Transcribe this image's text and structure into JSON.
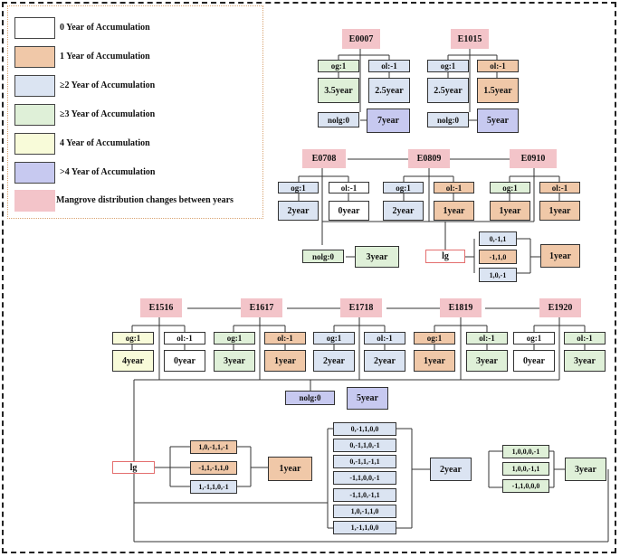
{
  "colors": {
    "y0": "#ffffff",
    "y1": "#f0c8a8",
    "y2": "#dbe4f2",
    "y3": "#dff0d8",
    "y4": "#f8fbd9",
    "y5": "#c7c9f0",
    "change": "#f3c4c9"
  },
  "legend": [
    {
      "label": "0 Year of  Accumulation",
      "color": "#ffffff"
    },
    {
      "label": "1 Year of  Accumulation",
      "color": "#f0c8a8"
    },
    {
      "label": "≥2 Year of  Accumulation",
      "color": "#dbe4f2"
    },
    {
      "label": "≥3 Year of  Accumulation",
      "color": "#dff0d8"
    },
    {
      "label": "4 Year of  Accumulation",
      "color": "#f8fbd9"
    },
    {
      "label": ">4 Year of  Accumulation",
      "color": "#c7c9f0"
    },
    {
      "label": "Mangrove distribution changes between years",
      "color": "#f3c4c9"
    }
  ],
  "events": {
    "e0007": "E0007",
    "e1015": "E1015",
    "e0708": "E0708",
    "e0809": "E0809",
    "e0910": "E0910",
    "e1516": "E1516",
    "e1617": "E1617",
    "e1718": "E1718",
    "e1819": "E1819",
    "e1920": "E1920"
  },
  "top": {
    "e0007_og": "og:1",
    "e0007_ol": "ol:-1",
    "e0007_og_out": "3.5year",
    "e0007_ol_out": "2.5year",
    "e0007_nolg": "nolg:0",
    "e0007_nolg_out": "7year",
    "e1015_og": "og:1",
    "e1015_ol": "ol:-1",
    "e1015_og_out": "2.5year",
    "e1015_ol_out": "1.5year",
    "e1015_nolg": "nolg:0",
    "e1015_nolg_out": "5year"
  },
  "middle": {
    "e0708_og": "og:1",
    "e0708_ol": "ol:-1",
    "e0708_og_out": "2year",
    "e0708_ol_out": "0year",
    "e0809_og": "og:1",
    "e0809_ol": "ol:-1",
    "e0809_og_out": "2year",
    "e0809_ol_out": "1year",
    "e0910_og": "og:1",
    "e0910_ol": "ol:-1",
    "e0910_og_out": "1year",
    "e0910_ol_out": "1year",
    "nolg": "nolg:0",
    "nolg_out": "3year",
    "lg": "lg",
    "combos": [
      "0,-1,1",
      "-1,1,0",
      "1,0,-1"
    ],
    "combos_out": "1year"
  },
  "bottom": {
    "e1516_og": "og:1",
    "e1516_ol": "ol:-1",
    "e1516_og_out": "4year",
    "e1516_ol_out": "0year",
    "e1617_og": "og:1",
    "e1617_ol": "ol:-1",
    "e1617_og_out": "3year",
    "e1617_ol_out": "1year",
    "e1718_og": "og:1",
    "e1718_ol": "ol:-1",
    "e1718_og_out": "2year",
    "e1718_ol_out": "2year",
    "e1819_og": "og:1",
    "e1819_ol": "ol:-1",
    "e1819_og_out": "1year",
    "e1819_ol_out": "3year",
    "e1920_og": "og:1",
    "e1920_ol": "ol:-1",
    "e1920_og_out": "0year",
    "e1920_ol_out": "3year",
    "nolg": "nolg:0",
    "nolg_out": "5year",
    "lg": "lg",
    "combos_1year": [
      "1,0,-1,1,-1",
      "-1,1,-1,1,0",
      "1,-1,1,0,-1"
    ],
    "combos_1year_out": "1year",
    "combos_2year": [
      "0,-1,1,0,0",
      "0,-1,1,0,-1",
      "0,-1,1,-1,1",
      "-1,1,0,0,-1",
      "-1,1,0,-1,1",
      "1,0,-1,1,0",
      "1,-1,1,0,0"
    ],
    "combos_2year_out": "2year",
    "combos_3year": [
      "1,0,0,0,-1",
      "1,0,0,-1,1",
      "-1,1,0,0,0"
    ],
    "combos_3year_out": "3year"
  }
}
